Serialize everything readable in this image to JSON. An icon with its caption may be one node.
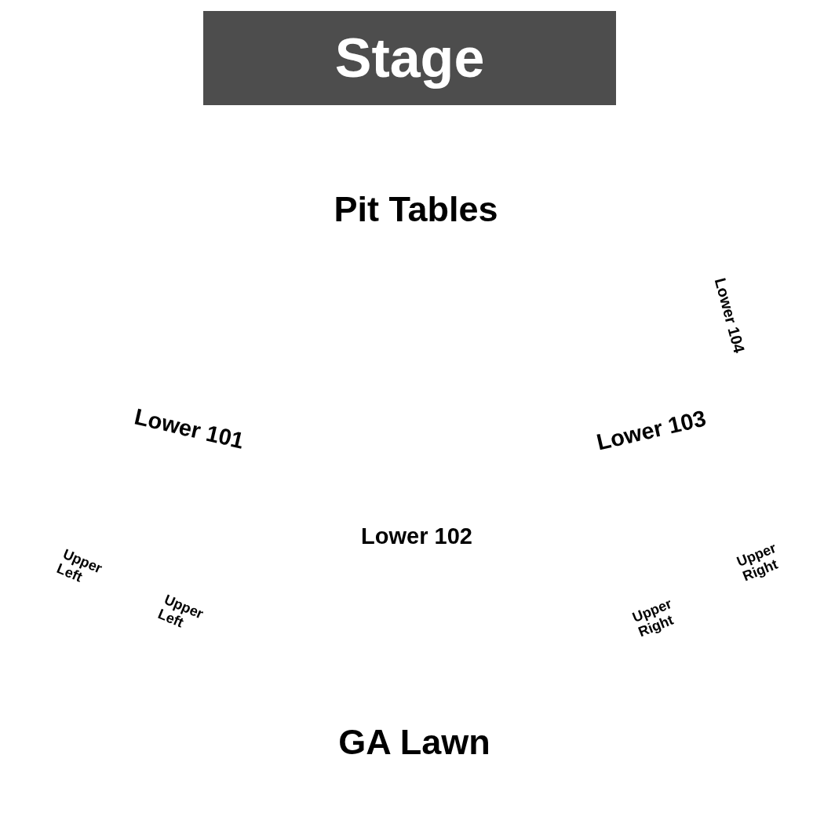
{
  "diagram": {
    "nodes": [
      {
        "text": [
          "Stage"
        ]
      }
    ],
    "labels": [
      "Pit Tables",
      "Lower 104",
      "Lower 101",
      "Lower 103",
      "Lower 102",
      "Upper Left",
      "Upper Right",
      "Upper Left",
      "Upper Right",
      "GA Lawn"
    ]
  }
}
